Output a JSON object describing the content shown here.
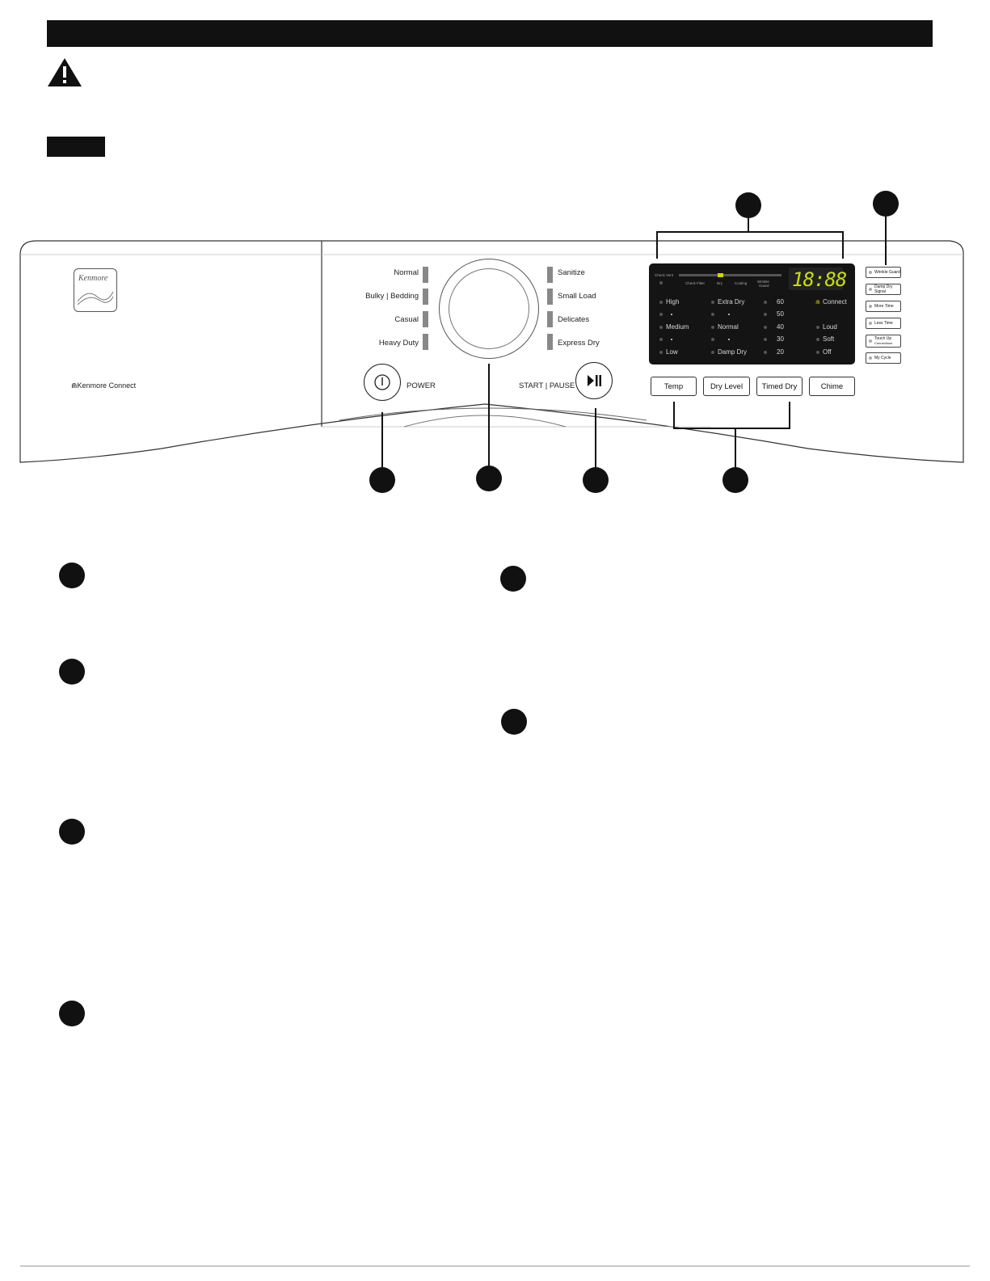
{
  "panel": {
    "brand_logo": "Kenmore",
    "connect_label": "Kenmore Connect",
    "cycles_left": [
      "Normal",
      "Bulky | Bedding",
      "Casual",
      "Heavy Duty"
    ],
    "cycles_right": [
      "Sanitize",
      "Small Load",
      "Delicates",
      "Express Dry"
    ],
    "power_label": "POWER",
    "start_label": "START | PAUSE",
    "buttons": [
      "Temp",
      "Dry Level",
      "Timed Dry",
      "Chime"
    ],
    "option_buttons": [
      "Wrinkle Guard",
      "Damp Dry Signal",
      "More Time",
      "Less Time",
      "Touch Up",
      "My Cycle"
    ],
    "touch_up_sub": "Connections"
  },
  "display": {
    "time": "18:88",
    "check_vent": "Check Vent",
    "status": [
      "Check Filter",
      "Dry",
      "Cooling",
      "Wrinkle",
      "Guard"
    ],
    "temp": [
      "High",
      "Medium",
      "Low"
    ],
    "dry": [
      "Extra Dry",
      "Normal",
      "Damp Dry"
    ],
    "time_opts": [
      "60",
      "50",
      "40",
      "30",
      "20"
    ],
    "connect": "Connect",
    "chime": [
      "Loud",
      "Soft",
      "Off"
    ]
  },
  "colors": {
    "black": "#111111",
    "display_bg": "#141414",
    "led_green": "#c8e000",
    "status_lit": "#d4d400"
  },
  "icons": [
    "warning-icon",
    "power-icon",
    "play-pause-icon",
    "wifi-icon"
  ]
}
